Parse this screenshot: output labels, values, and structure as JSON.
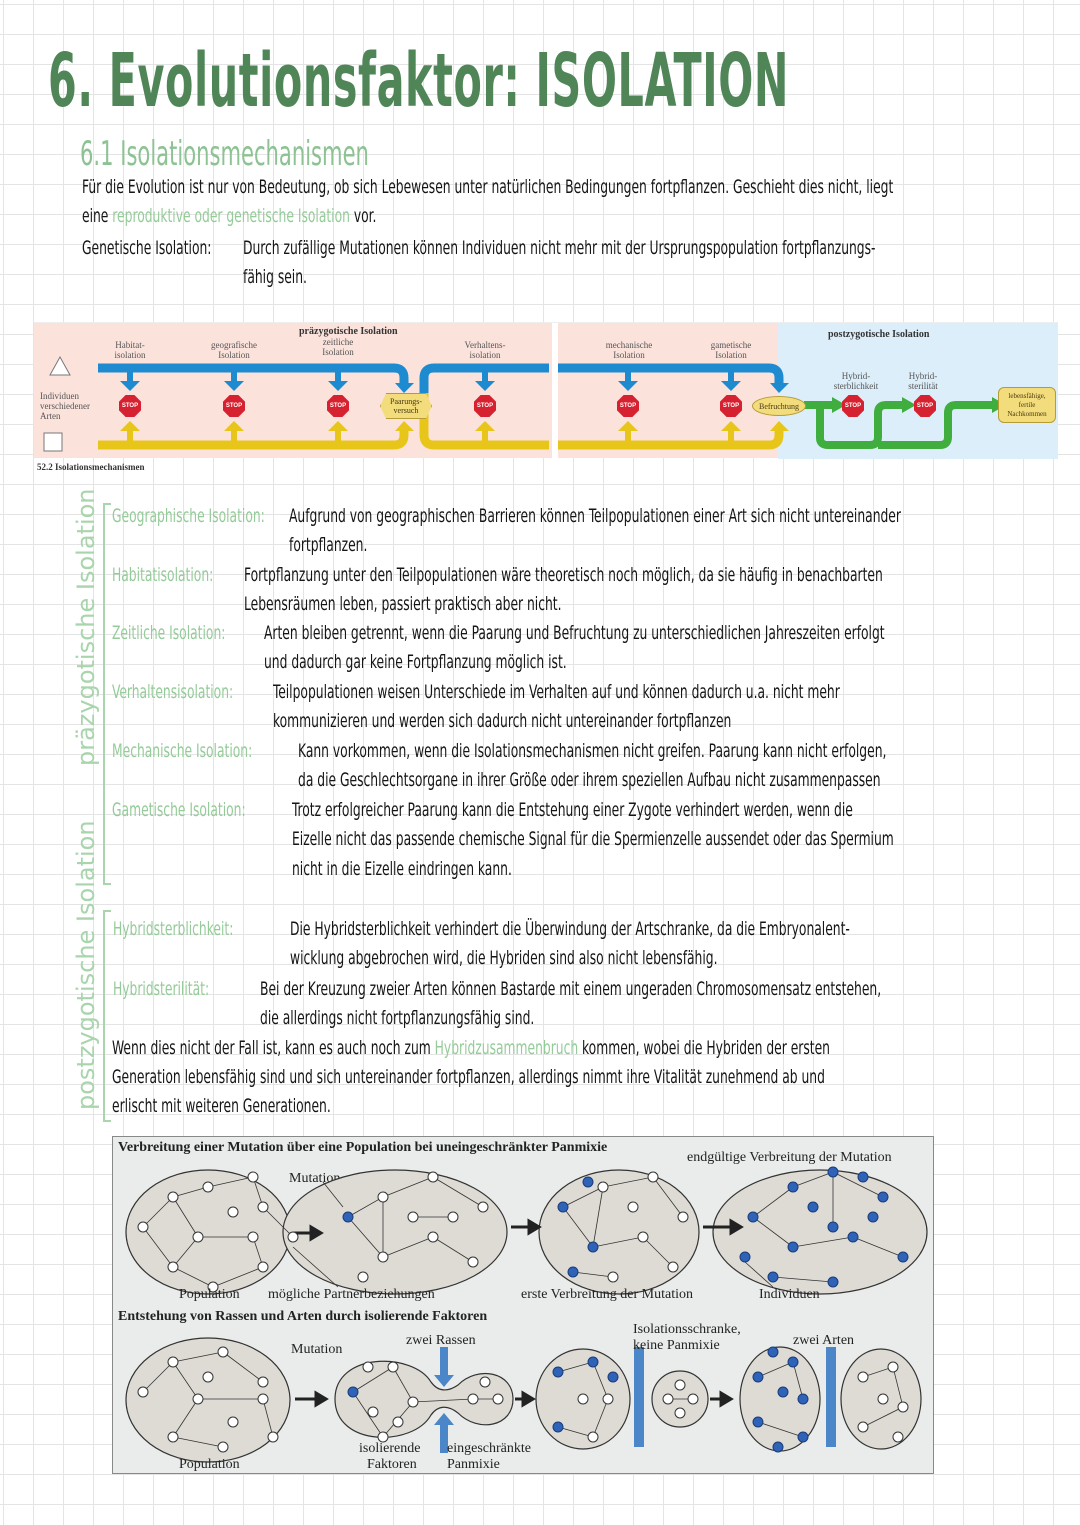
{
  "header": {
    "title": "6. Evolutionsfaktor: ISOLATION",
    "subtitle": "6.1 Isolationsmechanismen"
  },
  "intro": {
    "line1": "Für die Evolution ist nur von Bedeutung, ob sich Lebewesen unter natürlichen Bedingungen fortpflanzen. Geschieht dies nicht, liegt",
    "line2_pre": "eine",
    "line2_highlight": "reproduktive oder genetische Isolation",
    "line2_post": "vor.",
    "genetic_label": "Genetische Isolation:",
    "genetic_text_1": "Durch zufällige Mutationen können Individuen nicht mehr mit der Ursprungspopulation fortpflanzungs-",
    "genetic_text_2": "fähig sein."
  },
  "flow_diagram": {
    "caption": "52.2 Isolationsmechanismen",
    "left_label": "Individuen verschiedener Arten",
    "pre_heading": "präzygotische Isolation",
    "post_heading": "postzygotische Isolation",
    "stages": [
      {
        "label": "Habitat-\nisolation",
        "type": "stop"
      },
      {
        "label": "geografische\nIsolation",
        "type": "stop"
      },
      {
        "label": "zeitliche\nIsolation",
        "type": "stop"
      },
      {
        "label": "Paarungs-\nversuch",
        "type": "event"
      },
      {
        "label": "Verhaltens-\nisolation",
        "type": "stop"
      },
      {
        "label": "mechanische\nIsolation",
        "type": "stop"
      },
      {
        "label": "gametische\nIsolation",
        "type": "stop"
      },
      {
        "label": "Befruchtung",
        "type": "event"
      },
      {
        "label": "Hybrid-\nsterblichkeit",
        "type": "stop"
      },
      {
        "label": "Hybrid-\nsterilität",
        "type": "stop"
      },
      {
        "label": "lebensfähige,\nfertile\nNachkommen",
        "type": "result"
      }
    ],
    "stop_text": "STOP",
    "colors": {
      "blue": "#1e8ad0",
      "yellow": "#e8c619",
      "green": "#3fae3f",
      "stop": "#d62230",
      "pre_bg": "#fbe3dc",
      "post_bg": "#dceefa"
    }
  },
  "pre_zygotic": {
    "side_label": "präzygotische Isolation",
    "items": [
      {
        "term": "Geographische Isolation:",
        "lines": [
          "Aufgrund von geographischen Barrieren können Teilpopulationen einer Art sich nicht untereinander",
          "fortpflanzen."
        ]
      },
      {
        "term": "Habitatisolation:",
        "lines": [
          "Fortpflanzung unter den Teilpopulationen wäre theoretisch noch möglich, da sie häufig in benachbarten",
          "Lebensräumen leben, passiert praktisch aber nicht."
        ]
      },
      {
        "term": "Zeitliche Isolation:",
        "lines": [
          "Arten bleiben getrennt, wenn die Paarung und Befruchtung zu unterschiedlichen Jahreszeiten erfolgt",
          "und dadurch gar keine Fortpflanzung möglich ist."
        ]
      },
      {
        "term": "Verhaltensisolation:",
        "lines": [
          "Teilpopulationen weisen Unterschiede im Verhalten auf und können dadurch u.a. nicht mehr",
          "kommunizieren und werden sich dadurch nicht untereinander fortpflanzen"
        ]
      },
      {
        "term": "Mechanische Isolation:",
        "lines": [
          "Kann vorkommen, wenn die Isolationsmechanismen nicht greifen. Paarung kann nicht erfolgen,",
          "da die Geschlechtsorgane in ihrer Größe oder ihrem speziellen Aufbau nicht zusammenpassen"
        ]
      },
      {
        "term": "Gametische Isolation:",
        "lines": [
          "Trotz erfolgreicher Paarung kann die Entstehung einer Zygote verhindert werden, wenn die",
          "Eizelle nicht das passende chemische Signal für die Spermienzelle aussendet oder das Spermium",
          "nicht in die Eizelle eindringen kann."
        ]
      }
    ]
  },
  "post_zygotic": {
    "side_label": "postzygotische Isolation",
    "items": [
      {
        "term": "Hybridsterblichkeit:",
        "lines": [
          "Die Hybridsterblichkeit verhindert die Überwindung der Artschranke, da die Embryonalent-",
          "wicklung abgebrochen wird, die Hybriden sind also nicht lebensfähig."
        ]
      },
      {
        "term": "Hybridsterilität:",
        "lines": [
          "Bei der Kreuzung zweier Arten können Bastarde mit einem ungeraden Chromosomensatz entstehen,",
          "die allerdings nicht fortpflanzungsfähig sind."
        ]
      }
    ],
    "breakdown_pre": "Wenn dies nicht der Fall ist, kann es auch noch zum",
    "breakdown_highlight": "Hybridzusammenbruch",
    "breakdown_post": "kommen, wobei die Hybriden der ersten",
    "breakdown_line2": "Generation lebensfähig sind und sich untereinander fortpflanzen, allerdings nimmt ihre Vitalität zunehmend ab und",
    "breakdown_line3": "erlischt mit weiteren Generationen."
  },
  "population_figure": {
    "top_title": "Verbreitung einer Mutation über eine Population bei uneingeschränkter Panmixie",
    "top_labels": {
      "mutation": "Mutation",
      "final": "endgültige Verbreitung der Mutation",
      "population": "Population",
      "partners": "mögliche Partnerbeziehungen",
      "first_spread": "erste Verbreitung der Mutation",
      "individuals": "Individuen"
    },
    "bottom_title": "Entstehung von Rassen und Arten durch isolierende Faktoren",
    "bottom_labels": {
      "mutation": "Mutation",
      "two_races": "zwei Rassen",
      "barrier": "Isolationsschranke,",
      "no_panmixia": "keine Panmixie",
      "two_species": "zwei Arten",
      "population": "Population",
      "isolating": "isolierende",
      "factors": "Faktoren",
      "restricted": "eingeschränkte",
      "panmixia": "Panmixie"
    },
    "colors": {
      "node_mutated": "#2e63b8",
      "node_normal": "#ffffff",
      "circle_fill": "#dedbd4",
      "barrier": "#4a86c8"
    }
  }
}
